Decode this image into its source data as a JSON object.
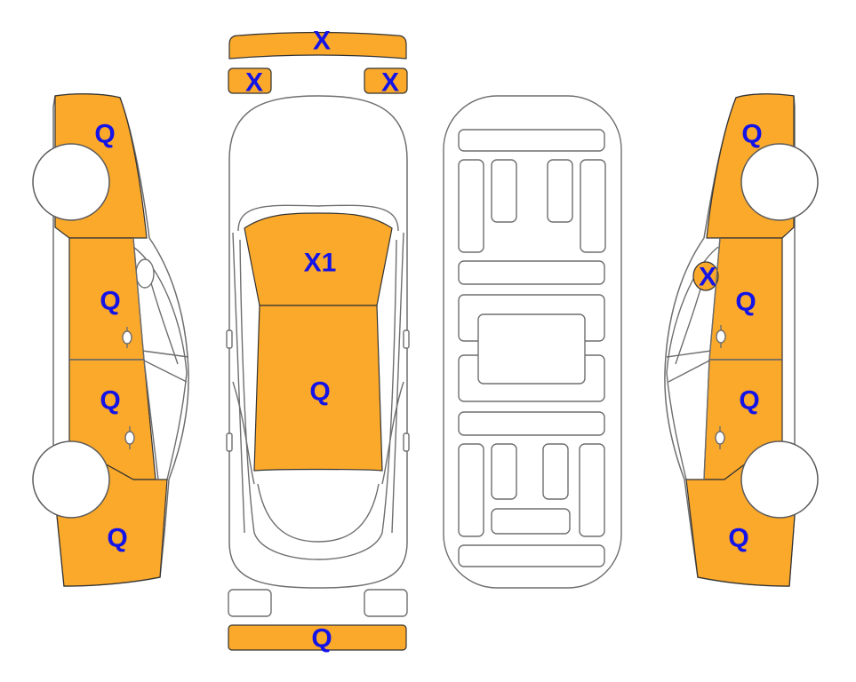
{
  "colors": {
    "damaged_fill": "#FBA92B",
    "damage_stroke": "#333333",
    "label_color": "#1414E6",
    "outline": "#6E6E6E"
  },
  "labels": {
    "front_bumper": "X",
    "headlight_left": "X",
    "headlight_right": "X",
    "hood": "X1",
    "roof": "Q",
    "rear_bumper": "Q",
    "left_front_fender": "Q",
    "left_front_door": "Q",
    "left_rear_door": "Q",
    "left_rear_quarter": "Q",
    "right_front_fender": "Q",
    "right_mirror": "X",
    "right_front_door": "Q",
    "right_rear_door": "Q",
    "right_rear_quarter": "Q"
  }
}
